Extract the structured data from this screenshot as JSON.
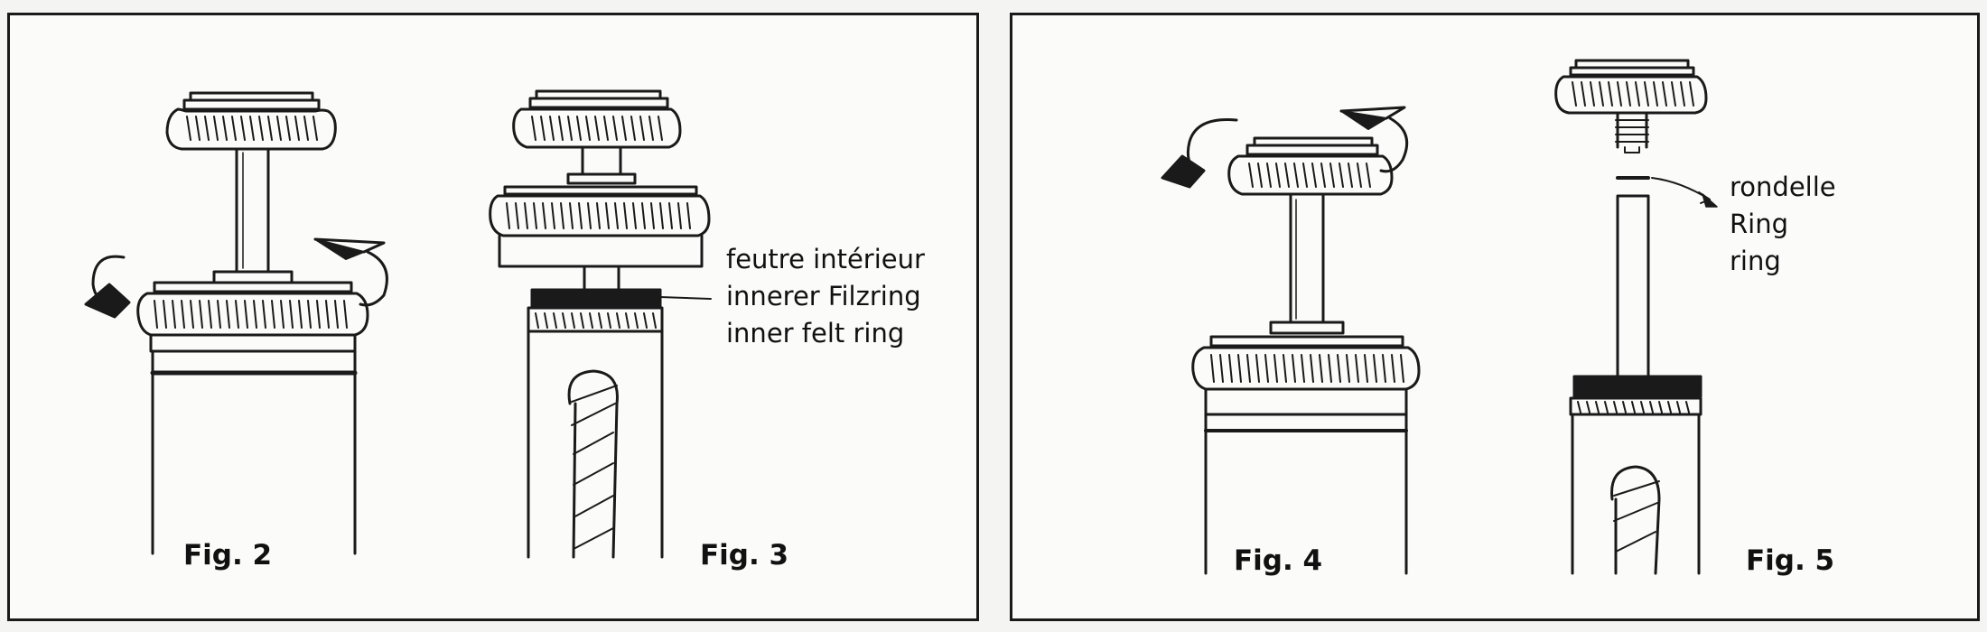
{
  "figures": {
    "fig2": "Fig. 2",
    "fig3": "Fig. 3",
    "fig4": "Fig. 4",
    "fig5": "Fig. 5"
  },
  "felt_label": {
    "fr": "feutre intérieur",
    "de": "innerer Filzring",
    "en": "inner felt ring"
  },
  "ring_label": {
    "fr": "rondelle",
    "de": "Ring",
    "en": "ring"
  },
  "colors": {
    "ink": "#1a1a1a",
    "paper": "#fbfbfa"
  }
}
